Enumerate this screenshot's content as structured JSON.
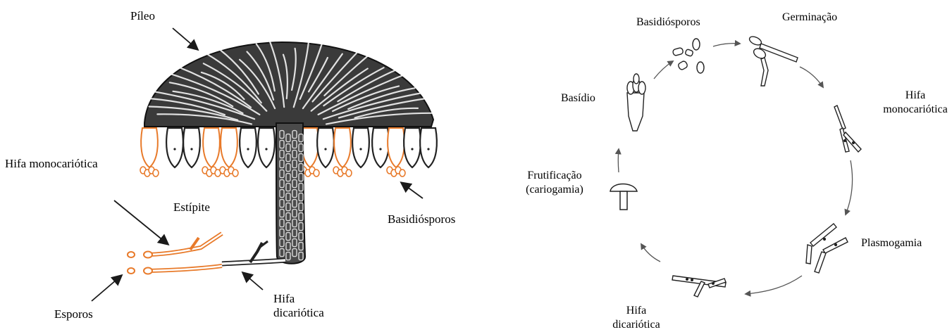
{
  "colors": {
    "ink": "#1a1a1a",
    "hyphae_orange": "#e87a2a",
    "cell_fill": "#ffffff",
    "cap_dark": "#2b2b2b",
    "cycle_arrow": "#555555"
  },
  "anatomy": {
    "pileo": "Píleo",
    "hifa_mono": "Hifa monocariótica",
    "estipite": "Estípite",
    "basidiosporos": "Basidiósporos",
    "esporos": "Esporos",
    "hifa_dic_1": "Hifa",
    "hifa_dic_2": "dicariótica"
  },
  "cycle": {
    "basidiosporos": "Basidiósporos",
    "germinacao": "Germinação",
    "basidio": "Basídio",
    "hifa_mono_1": "Hifa",
    "hifa_mono_2": "monocariótica",
    "frutificacao_1": "Frutificação",
    "frutificacao_2": "(cariogamia)",
    "plasmogamia": "Plasmogamia",
    "hifa_dic_1": "Hifa",
    "hifa_dic_2": "dicariótica"
  }
}
